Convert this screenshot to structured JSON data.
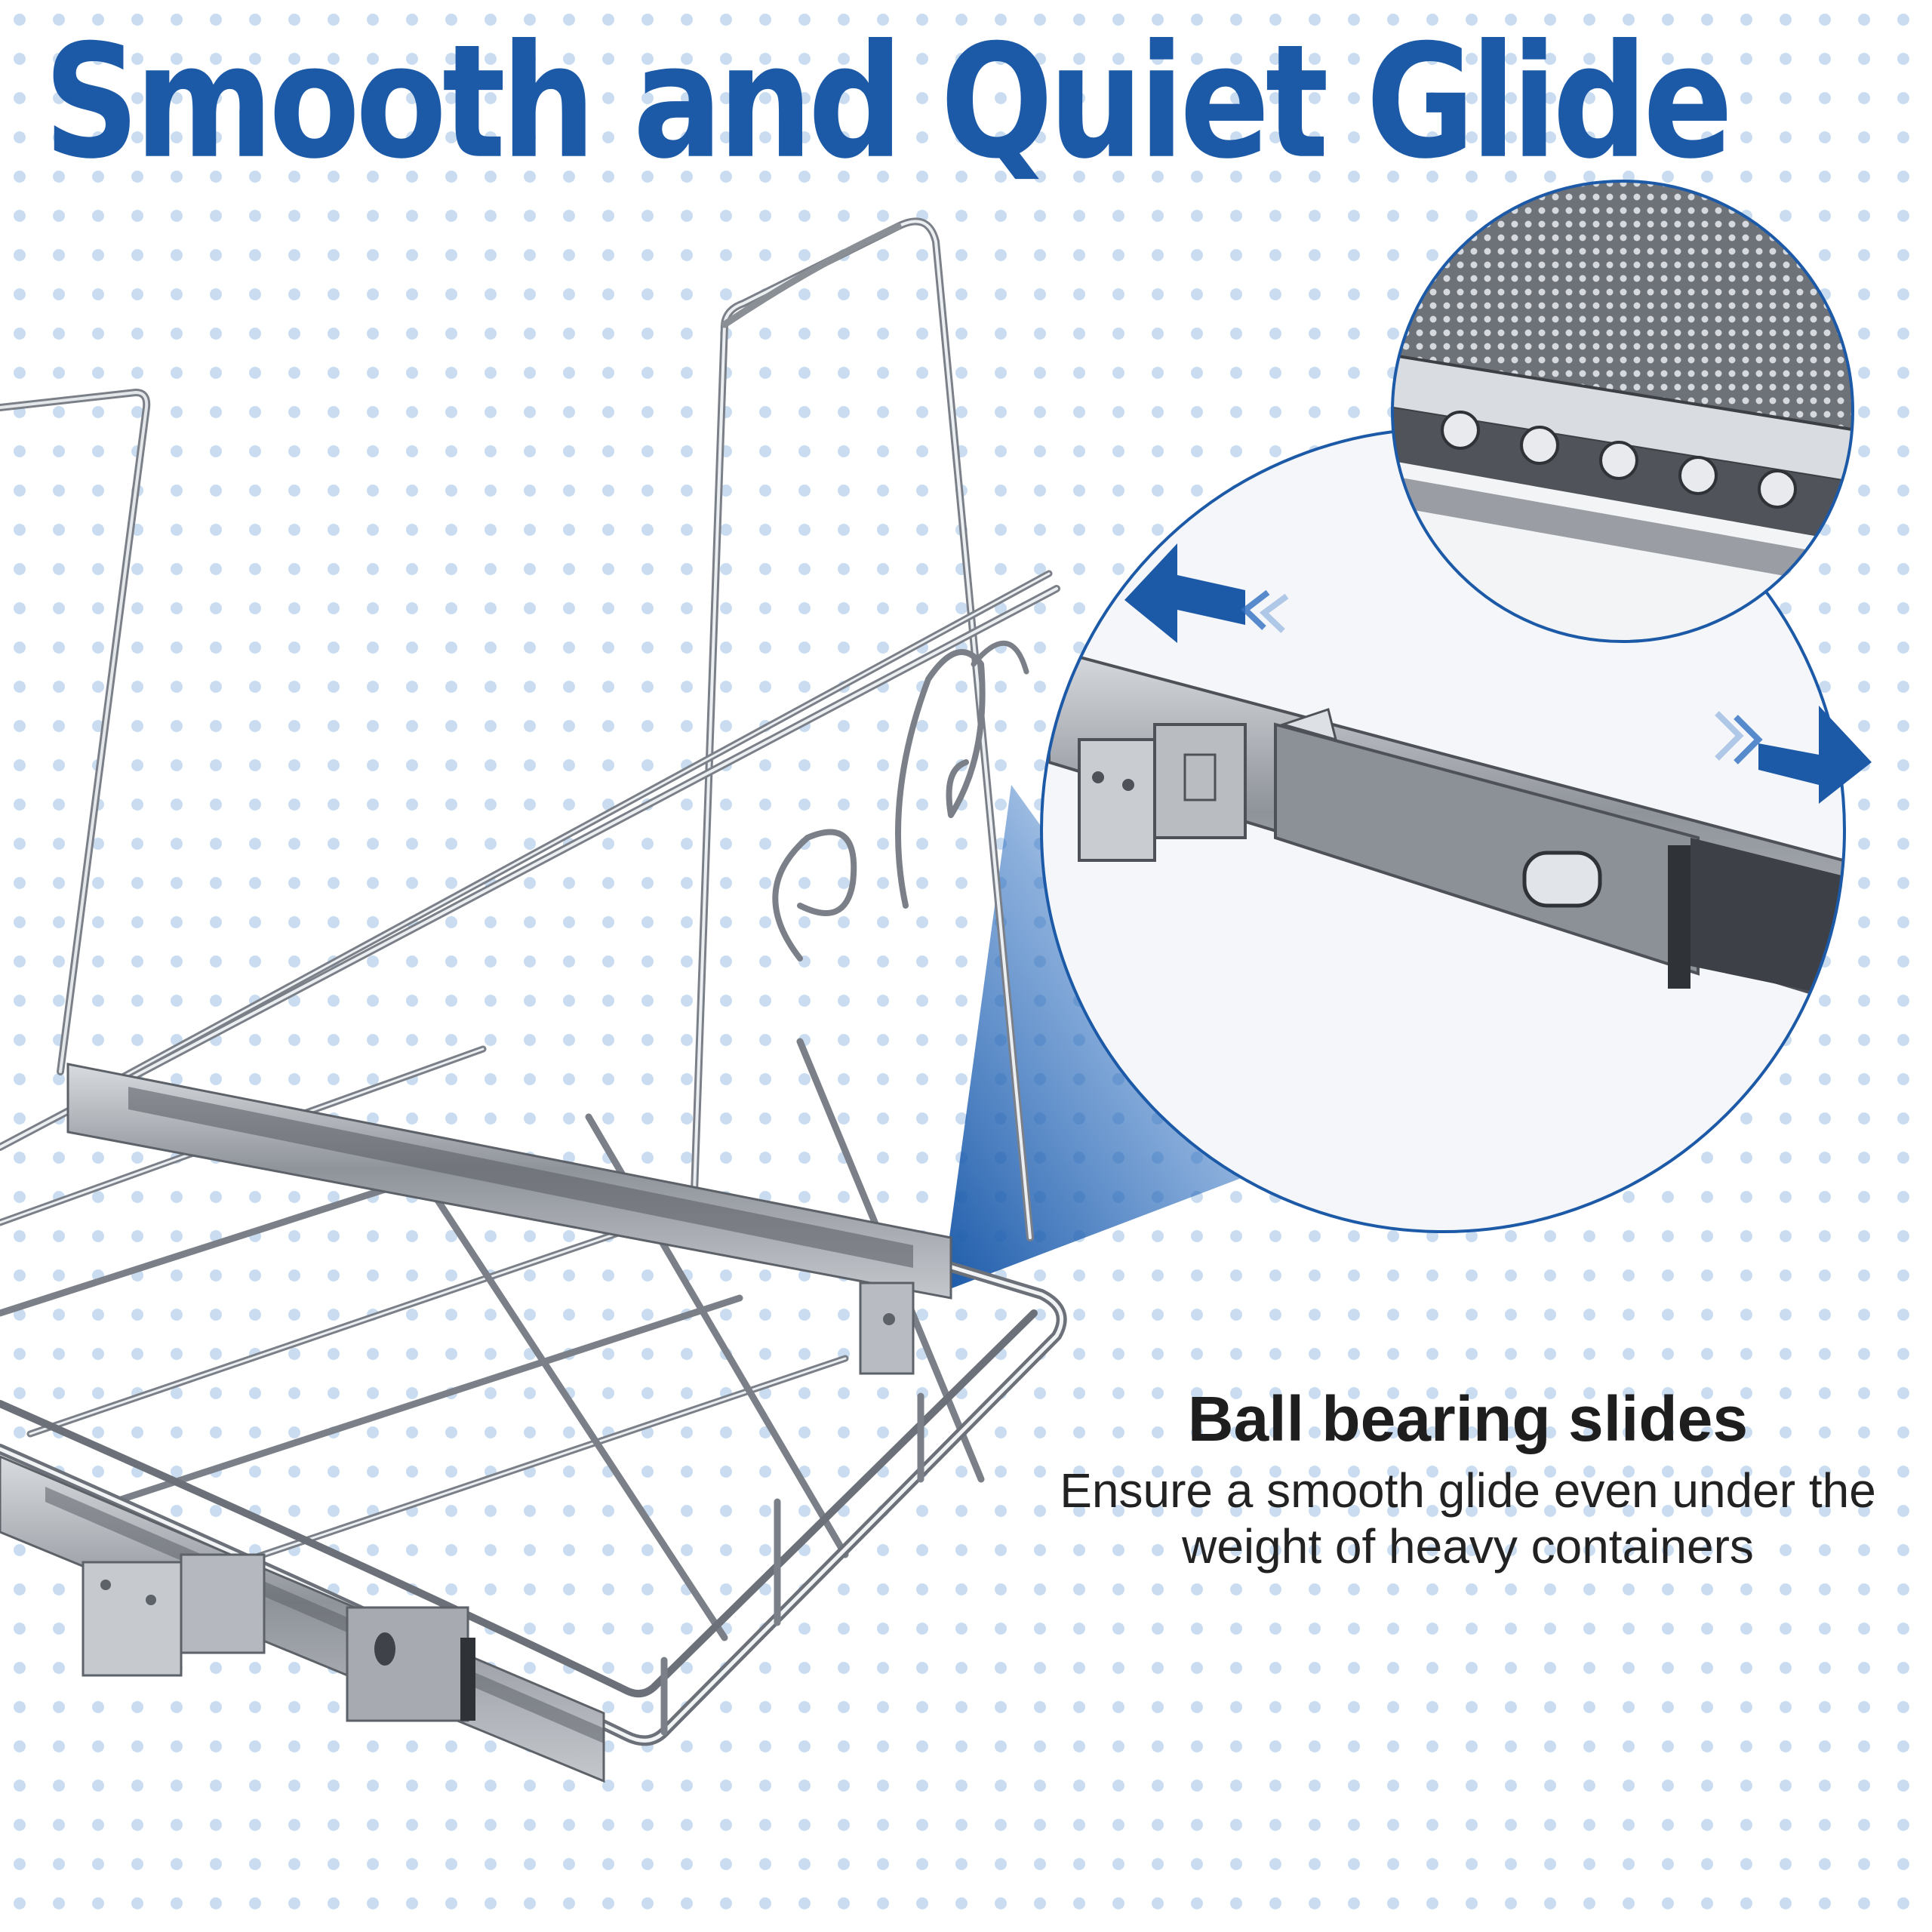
{
  "headline": "Smooth and Quiet Glide",
  "feature": {
    "title": "Ball bearing slides",
    "description": "Ensure a smooth glide even under the weight of heavy containers"
  },
  "colors": {
    "brand_blue": "#1c5aa8",
    "dot_blue": "#c9dcf0",
    "chrome": "#b3b7bd",
    "chrome_dark": "#5d6168",
    "text_dark": "#1e1e1e"
  },
  "icons": [
    "arrow-left-icon",
    "arrow-right-icon",
    "magnifier-circle",
    "ball-bearing-inset"
  ]
}
